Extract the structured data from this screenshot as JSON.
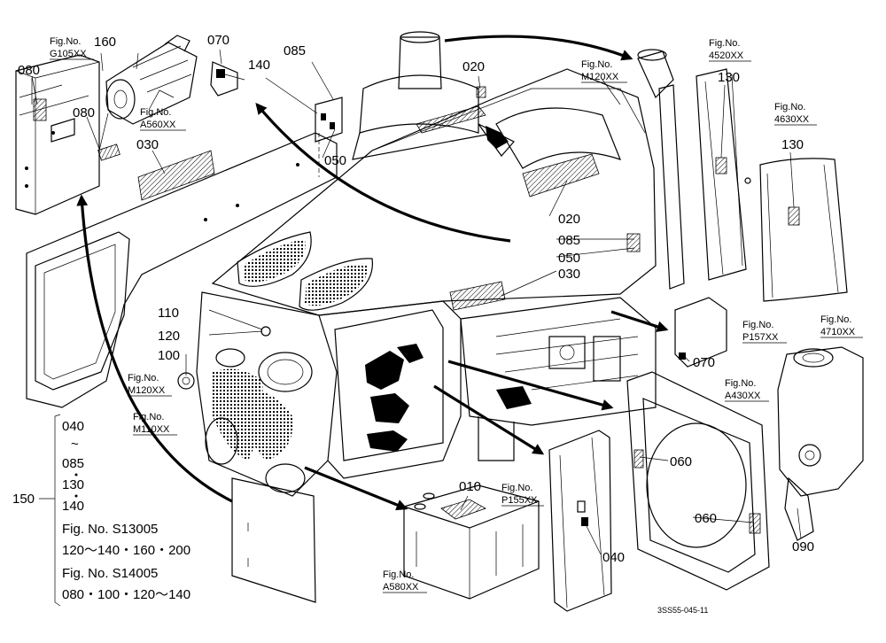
{
  "drawing_code": "3SS55-045-11",
  "fig_prefix": "Fig.No.",
  "part_numbers": {
    "p010": "010",
    "p020": "020",
    "p030": "030",
    "p040": "040",
    "p050": "050",
    "p060": "060",
    "p070": "070",
    "p080": "080",
    "p085": "085",
    "p090": "090",
    "p100": "100",
    "p110": "110",
    "p120": "120",
    "p130": "130",
    "p140": "140",
    "p150": "150",
    "p160": "160"
  },
  "figures": {
    "g105": "G105XX",
    "a560": "A560XX",
    "m120": "M120XX",
    "a4520": "4520XX",
    "a4630": "4630XX",
    "p157": "P157XX",
    "a4710": "4710XX",
    "a430": "A430XX",
    "p155": "P155XX",
    "a580": "A580XX",
    "m110": "M110XX"
  },
  "side_note": {
    "range_start": "040",
    "tilde": "~",
    "range_end": "085",
    "item_130": "130",
    "item_140": "140",
    "s13005_label": "Fig. No. S13005",
    "s13005_items": "120～140・160・200",
    "s14005_label": "Fig. No. S14005",
    "s14005_items": "080・100・120～140"
  }
}
